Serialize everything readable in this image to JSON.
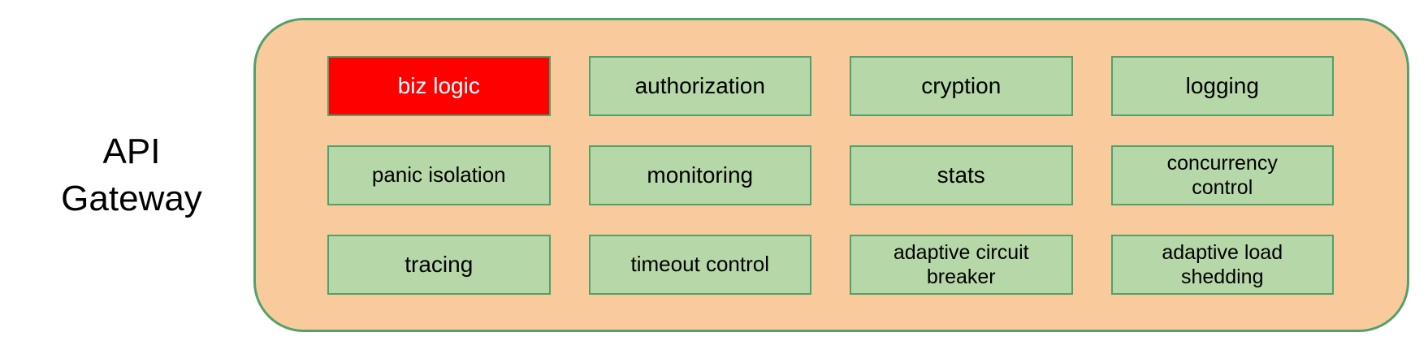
{
  "diagram": {
    "title": "API\nGateway",
    "colors": {
      "container_fill": "#F9CB9C",
      "border_green": "#53A06A",
      "cell_fill": "#B6D7A8",
      "highlight_fill": "#FF0000",
      "highlight_text": "#FFFFFF",
      "text": "#000000"
    },
    "grid": {
      "rows": 3,
      "cols": 4,
      "cells": [
        {
          "label": "biz logic",
          "highlight": true
        },
        {
          "label": "authorization",
          "highlight": false
        },
        {
          "label": "cryption",
          "highlight": false
        },
        {
          "label": "logging",
          "highlight": false
        },
        {
          "label": "panic isolation",
          "highlight": false
        },
        {
          "label": "monitoring",
          "highlight": false
        },
        {
          "label": "stats",
          "highlight": false
        },
        {
          "label": "concurrency\ncontrol",
          "highlight": false
        },
        {
          "label": "tracing",
          "highlight": false
        },
        {
          "label": "timeout control",
          "highlight": false
        },
        {
          "label": "adaptive circuit\nbreaker",
          "highlight": false
        },
        {
          "label": "adaptive load\nshedding",
          "highlight": false
        }
      ]
    }
  }
}
